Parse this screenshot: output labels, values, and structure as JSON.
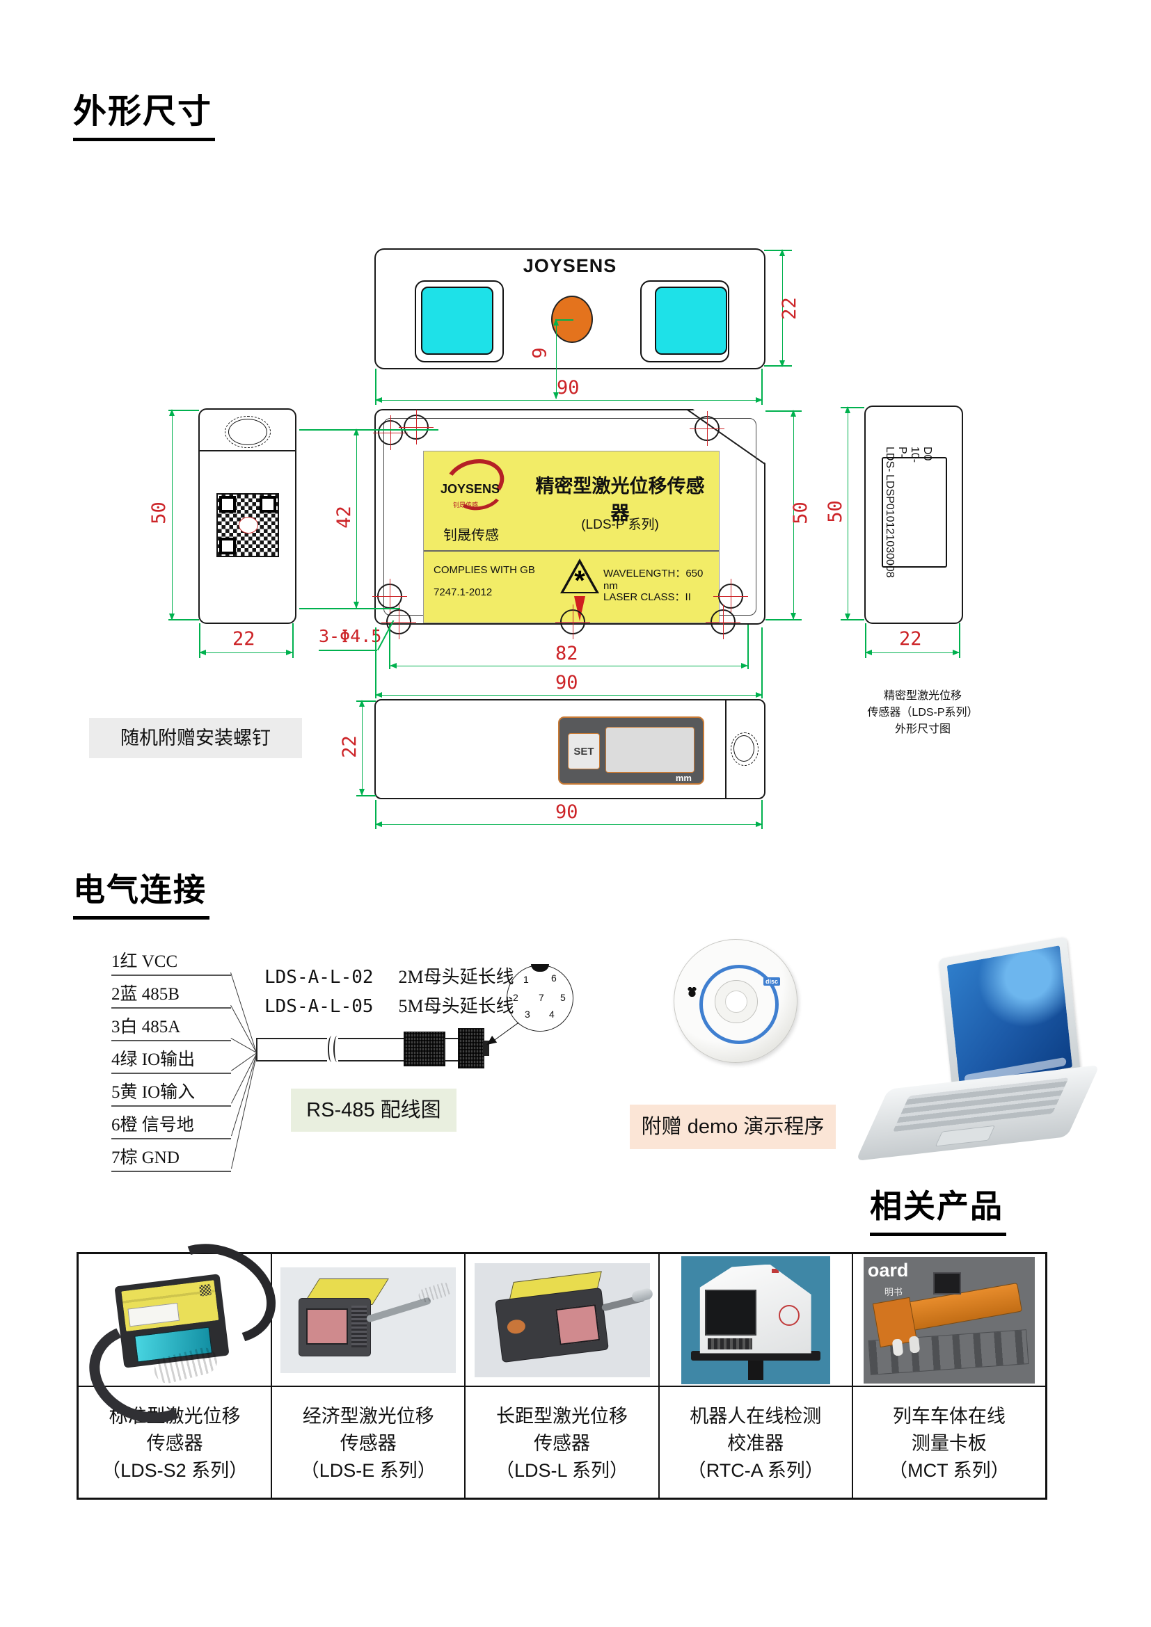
{
  "sections": {
    "outline_title": "外形尺寸",
    "electrical_title": "电气连接",
    "related_title": "相关产品"
  },
  "outline": {
    "top_view": {
      "brand": "JOYSENS",
      "dim_height": "22",
      "dim_width": "90",
      "dim_offset": "9"
    },
    "front_view": {
      "dim_height": "50",
      "dim_label_height": "42",
      "dim_hole_spacing": "82",
      "dim_width": "90",
      "dim_holes": "3-Φ4.5",
      "label": {
        "brand": "JOYSENS",
        "brand_seal": "钊晟传感",
        "brand_cn": "钊晟传感",
        "title": "精密型激光位移传感器",
        "series": "(LDS-P 系列)",
        "complies_line1": "COMPLIES WITH GB",
        "complies_line2": "7247.1-2012",
        "wavelength": "WAVELENGTH：650 nm",
        "laser_class": "LASER CLASS：II",
        "warning_star": "*"
      }
    },
    "left_view": {
      "dim_height": "50",
      "dim_width": "22"
    },
    "right_view": {
      "dim_height": "50",
      "dim_width": "22",
      "label_line1": "LDS-P-10-D0",
      "label_line2": "LDSP010121030008"
    },
    "bottom_view": {
      "dim_height": "22",
      "dim_width": "90",
      "set_button": "SET",
      "unit": "mm"
    },
    "screw_note": "随机附赠安装螺钉",
    "caption": {
      "line1": "精密型激光位移",
      "line2": "传感器（LDS-P系列）",
      "line3": "外形尺寸图"
    }
  },
  "electrical": {
    "pins": [
      {
        "label": "1红 VCC"
      },
      {
        "label": "2蓝 485B"
      },
      {
        "label": "3白 485A"
      },
      {
        "label": "4绿 IO输出"
      },
      {
        "label": "5黄 IO输入"
      },
      {
        "label": "6橙 信号地"
      },
      {
        "label": "7棕 GND"
      }
    ],
    "cables": [
      {
        "model": "LDS-A-L-02",
        "desc": "2M母头延长线"
      },
      {
        "model": "LDS-A-L-05",
        "desc": "5M母头延长线"
      }
    ],
    "connector_pins": {
      "p1": "1",
      "p2": "2",
      "p3": "3",
      "p4": "4",
      "p5": "5",
      "p6": "6",
      "p7": "7"
    },
    "rs485_label": "RS-485 配线图",
    "demo_label": "附赠 demo 演示程序",
    "cd_logo": "disc"
  },
  "related": {
    "products": [
      {
        "line1": "标准型激光位移",
        "line2": "传感器",
        "series": "（LDS-S2 系列）"
      },
      {
        "line1": "经济型激光位移",
        "line2": "传感器",
        "series": "（LDS-E 系列）"
      },
      {
        "line1": "长距型激光位移",
        "line2": "传感器",
        "series": "（LDS-L 系列）"
      },
      {
        "line1": "机器人在线检测",
        "line2": "校准器",
        "series": "（RTC-A 系列）"
      },
      {
        "line1": "列车车体在线",
        "line2": "测量卡板",
        "series": "（MCT 系列）"
      }
    ],
    "photo5_texts": {
      "t1": "oard",
      "t2": "明书"
    }
  },
  "colors": {
    "dim_line": "#00b14e",
    "dim_text": "#cc2327",
    "window_cyan": "#1ee1e8",
    "indicator_orange": "#e4731d",
    "label_yellow": "#f2ec67",
    "rs485_bg": "#e9efdf",
    "demo_bg": "#fbe5d6",
    "note_bg": "#ececec",
    "panel_dark": "#58595b",
    "panel_border": "#c87a35"
  }
}
